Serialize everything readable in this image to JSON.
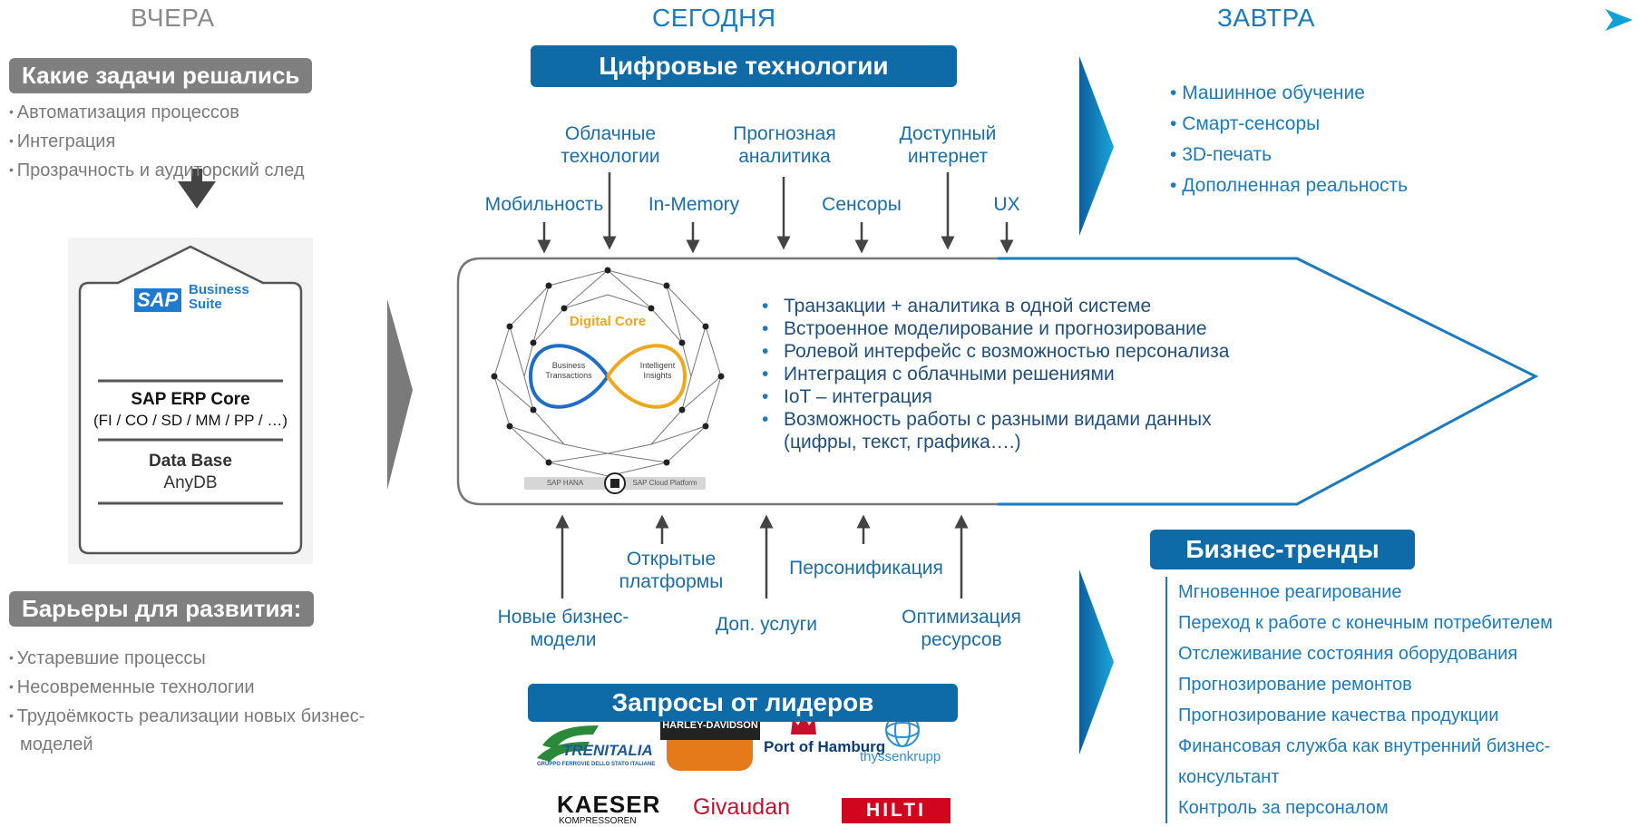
{
  "timeline": {
    "yesterday": "ВЧЕРА",
    "today": "СЕГОДНЯ",
    "tomorrow": "ЗАВТРА"
  },
  "left": {
    "tasks_title": "Какие задачи решались",
    "tasks": [
      "Автоматизация процессов",
      "Интеграция",
      "Прозрачность и аудиторский след"
    ],
    "sap_logo": {
      "brand": "SAP",
      "line1": "Business",
      "line2": "Suite"
    },
    "erp_title": "SAP ERP Core",
    "erp_modules": "(FI / CO / SD / MM / PP / …)",
    "db_title": "Data Base",
    "db_sub": "AnyDB",
    "barriers_title": "Барьеры для развития:",
    "barriers": [
      "Устаревшие процессы",
      "Несовременные технологии",
      "Трудоёмкость реализации новых бизнес-моделей"
    ]
  },
  "center": {
    "digital_title": "Цифровые технологии",
    "top_labels_tall": [
      "Облачные технологии",
      "Прогнозная аналитика",
      "Доступный интернет"
    ],
    "top_labels_short": [
      "Мобильность",
      "In-Memory",
      "Сенсоры",
      "UX"
    ],
    "core": {
      "title": "Digital Core",
      "left": "Business Transactions",
      "right": "Intelligent Insights",
      "footer_left": "SAP HANA",
      "footer_right": "SAP Cloud Platform"
    },
    "bullets": [
      "Транзакции + аналитика в одной системе",
      "Встроенное моделирование и прогнозирование",
      "Ролевой интерфейс с возможностью персонализа",
      "Интеграция с облачными решениями",
      "IoT – интеграция",
      "Возможность работы с разными видами данных (цифры, текст, графика….)"
    ],
    "bottom_labels": {
      "new_models": "Новые бизнес-модели",
      "open_platforms": "Открытые платформы",
      "extra_services": "Доп. услуги",
      "personification": "Персонификация",
      "optimization": "Оптимизация ресурсов"
    },
    "leaders_title": "Запросы от лидеров",
    "leaders": [
      "TRENITALIA",
      "GRUPPO FERROVIE DELLO STATO ITALIANE",
      "HARLEY-DAVIDSON",
      "Port of Hamburg",
      "thyssenkrupp",
      "KAESER",
      "KOMPRESSOREN",
      "Givaudan",
      "HILTI"
    ]
  },
  "right": {
    "future": [
      "Машинное обучение",
      "Смарт-сенсоры",
      "3D-печать",
      "Дополненная реальность"
    ],
    "trends_title": "Бизнес-тренды",
    "trends": [
      "Мгновенное реагирование",
      "Переход к работе с конечным потребителем",
      "Отслеживание состояния оборудования",
      "Прогнозирование ремонтов",
      "Прогнозирование качества продукции",
      "Финансовая служба как внутренний бизнес-консультант",
      "Контроль за персоналом"
    ]
  },
  "colors": {
    "blue": "#0e6ba8",
    "accent": "#1a7bbf",
    "grey": "#7f7f7f"
  }
}
